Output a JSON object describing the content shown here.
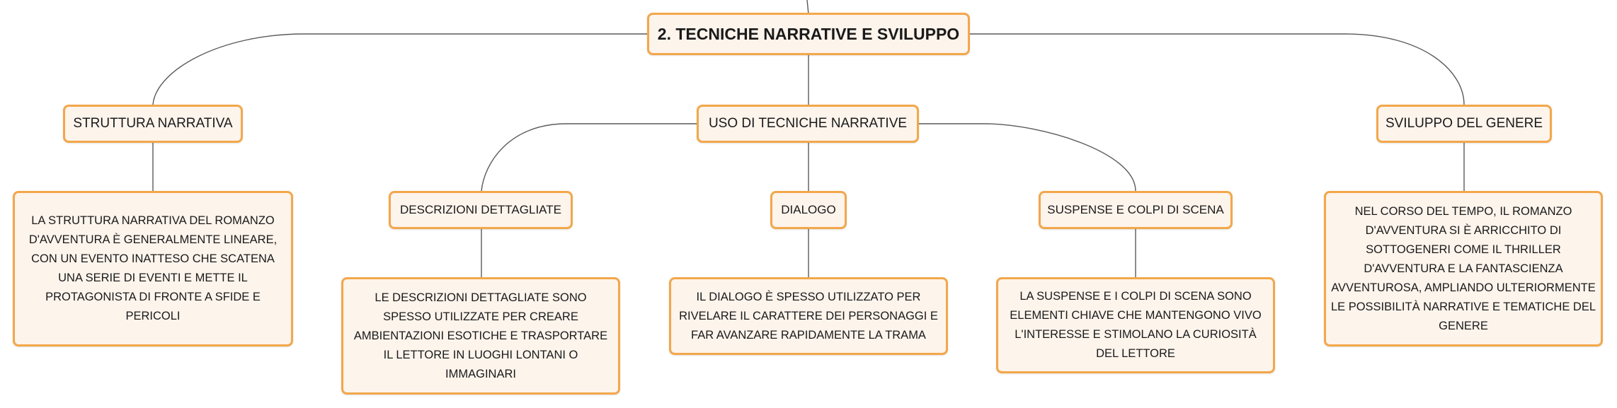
{
  "root": {
    "label": "2. TECNICHE NARRATIVE E SVILUPPO"
  },
  "branches": {
    "struttura": {
      "label": "STRUTTURA NARRATIVA",
      "text": "LA STRUTTURA NARRATIVA DEL ROMANZO D'AVVENTURA È GENERALMENTE LINEARE, CON UN EVENTO INATTESO CHE SCATENA UNA SERIE DI EVENTI E METTE IL PROTAGONISTA DI FRONTE A SFIDE E PERICOLI"
    },
    "tecniche": {
      "label": "USO DI TECNICHE NARRATIVE",
      "descrizioni": {
        "label": "DESCRIZIONI DETTAGLIATE",
        "text": "LE DESCRIZIONI DETTAGLIATE SONO SPESSO UTILIZZATE PER CREARE AMBIENTAZIONI ESOTICHE E TRASPORTARE IL LETTORE IN LUOGHI LONTANI O IMMAGINARI"
      },
      "dialogo": {
        "label": "DIALOGO",
        "text": "IL DIALOGO È SPESSO UTILIZZATO PER RIVELARE IL CARATTERE DEI PERSONAGGI E FAR AVANZARE RAPIDAMENTE LA TRAMA"
      },
      "suspense": {
        "label": "SUSPENSE E COLPI DI SCENA",
        "text": "LA SUSPENSE E I COLPI DI SCENA SONO ELEMENTI CHIAVE CHE MANTENGONO VIVO L'INTERESSE E STIMOLANO LA CURIOSITÀ DEL LETTORE"
      }
    },
    "sviluppo": {
      "label": "SVILUPPO DEL GENERE",
      "text": "NEL CORSO DEL TEMPO, IL ROMANZO D'AVVENTURA SI È ARRICCHITO DI SOTTOGENERI COME IL THRILLER D'AVVENTURA E LA FANTASCIENZA AVVENTUROSA, AMPLIANDO ULTERIORMENTE LE POSSIBILITÀ NARRATIVE E TEMATICHE DEL GENERE"
    }
  },
  "colors": {
    "node_border": "#f3a74a",
    "node_fill": "#fdf4ec",
    "connector": "#5a5a5a"
  }
}
